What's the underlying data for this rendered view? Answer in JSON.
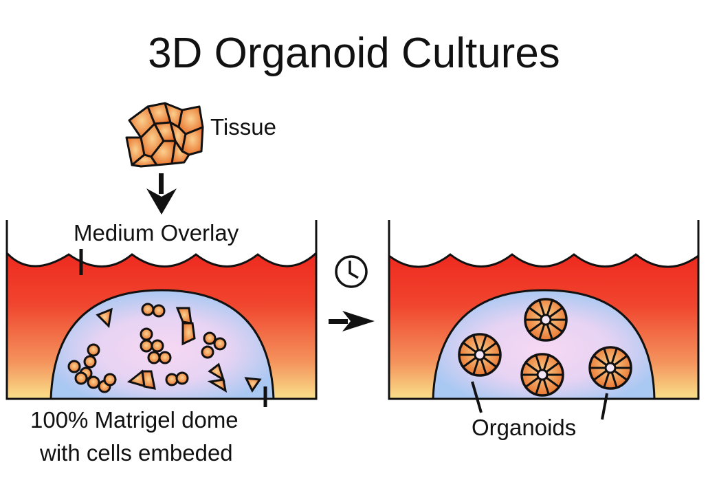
{
  "title": "3D Organoid Cultures",
  "labels": {
    "tissue": "Tissue",
    "medium_overlay": "Medium Overlay",
    "matrigel_line1": "100% Matrigel dome",
    "matrigel_line2": "with cells embeded",
    "organoids": "Organoids"
  },
  "icons": {
    "time": "clock-icon",
    "flow_down": "arrow-down-icon",
    "flow_right": "arrow-right-icon"
  },
  "colors": {
    "medium_top": "#ee2a1f",
    "medium_bottom": "#f9e08a",
    "dome_edge": "#a9c8f2",
    "dome_center": "#f4d6f2",
    "cell_fill": "#f08a3a",
    "outline": "#111111"
  }
}
